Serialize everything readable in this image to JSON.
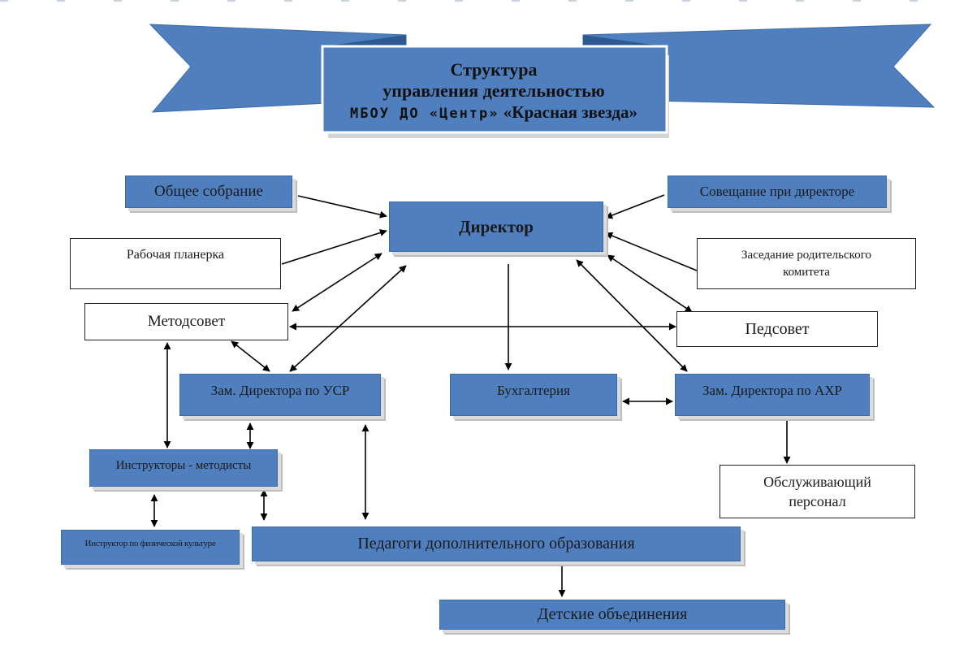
{
  "title": {
    "line1": "Структура",
    "line2": "управления деятельностью",
    "line3_part1": "МБОУ ДО «Центр»",
    "line3_part2": " «Красная звезда»"
  },
  "nodes": {
    "general_meeting": "Общее собрание",
    "director": "Директор",
    "director_meeting": "Совещание при директоре",
    "planning": "Рабочая планерка",
    "parents_committee": "Заседание родительского комитета",
    "method_council": "Методсовет",
    "ped_council": "Педсовет",
    "deputy_usr": "Зам. Директора по УСР",
    "accounting": "Бухгалтерия",
    "deputy_ahr": "Зам. Директора по АХР",
    "service_staff": "Обслуживающий персонал",
    "instructors": "Инструкторы - методисты",
    "pe_instructor": "Инструктор по физической культуре",
    "teachers": "Педагоги дополнительного образования",
    "children": "Детские объединения"
  },
  "colors": {
    "box_fill": "#4f7fbe",
    "ribbon_fill": "#4f7fbe",
    "arrow": "#000000"
  }
}
